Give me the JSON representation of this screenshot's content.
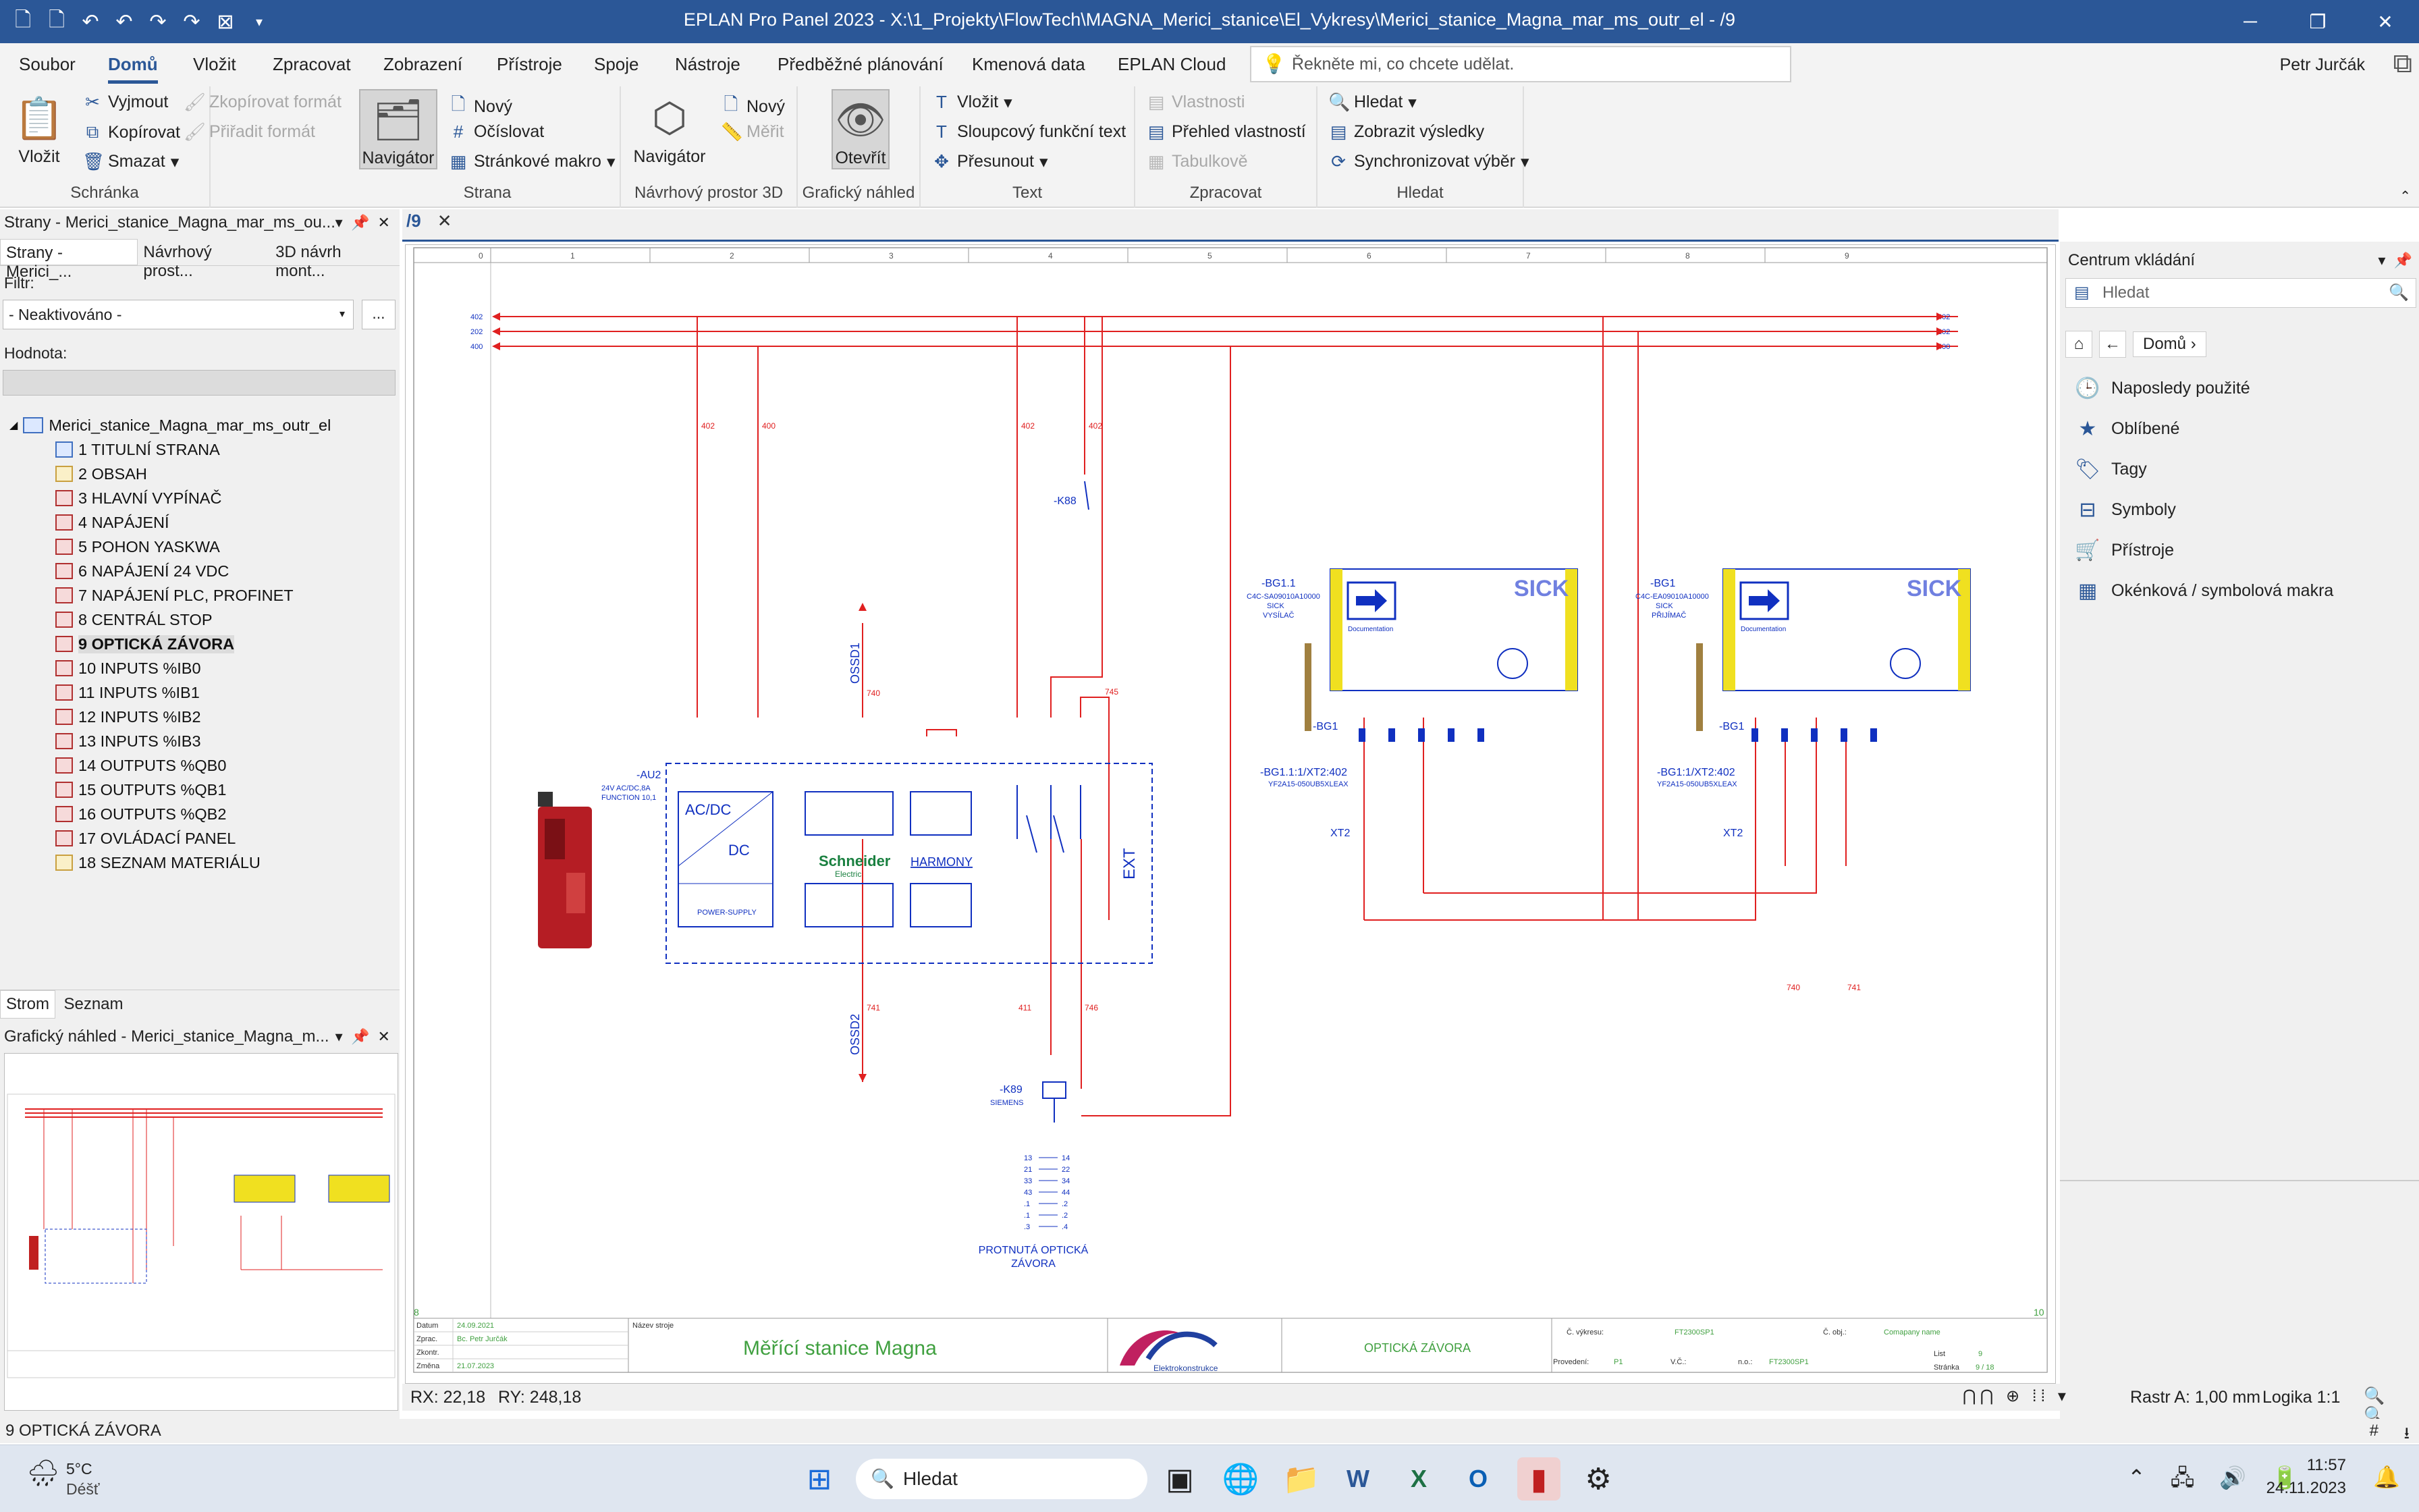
{
  "window": {
    "title": "EPLAN Pro Panel 2023 - X:\\1_Projekty\\FlowTech\\MAGNA_Merici_stanice\\El_Vykresy\\Merici_stanice_Magna_mar_ms_outr_el - /9"
  },
  "menu": [
    "Soubor",
    "Domů",
    "Vložit",
    "Zpracovat",
    "Zobrazení",
    "Přístroje",
    "Spoje",
    "Nástroje",
    "Předběžné plánování",
    "Kmenová data",
    "EPLAN Cloud"
  ],
  "tellme": "Řekněte mi, co chcete udělat.",
  "user": "Petr Jurčák",
  "ribbon": {
    "schranka": {
      "label": "Schránka",
      "vlozit": "Vložit",
      "vyjmout": "Vyjmout",
      "kopirovat": "Kopírovat",
      "smazat": "Smazat",
      "zkop_format": "Zkopírovat formát",
      "prirad_format": "Přiřadit formát"
    },
    "strana": {
      "label": "Strana",
      "navigator": "Navigátor",
      "novy": "Nový",
      "ocislovat": "Očíslovat",
      "makro": "Stránkové makro"
    },
    "prostor3d": {
      "label": "Návrhový prostor 3D",
      "navigator": "Navigátor",
      "novy": "Nový",
      "merit": "Měřit"
    },
    "graf": {
      "label": "Grafický náhled",
      "otevrit": "Otevřít"
    },
    "text": {
      "label": "Text",
      "vlozit": "Vložit",
      "sloupcovy": "Sloupcový funkční text",
      "presunout": "Přesunout"
    },
    "zpracovat": {
      "label": "Zpracovat",
      "vlastnosti": "Vlastnosti",
      "prehled": "Přehled vlastností",
      "tabulkove": "Tabulkově"
    },
    "hledat": {
      "label": "Hledat",
      "hledat": "Hledat",
      "zobrazit": "Zobrazit výsledky",
      "sync": "Synchronizovat výběr"
    }
  },
  "left": {
    "header": "Strany - Merici_stanice_Magna_mar_ms_ou...",
    "tabs": [
      "Strany - Merici_...",
      "Návrhový prost...",
      "3D návrh mont..."
    ],
    "filtr_label": "Filtr:",
    "filtr_value": "- Neaktivováno -",
    "hodnota_label": "Hodnota:",
    "root": "Merici_stanice_Magna_mar_ms_outr_el",
    "pages": [
      "1 TITULNÍ STRANA",
      "2 OBSAH",
      "3 HLAVNÍ VYPÍNAČ",
      "4 NAPÁJENÍ",
      "5 POHON YASKWA",
      "6 NAPÁJENÍ 24 VDC",
      "7 NAPÁJENÍ PLC, PROFINET",
      "8 CENTRÁL STOP",
      "9 OPTICKÁ ZÁVORA",
      "10 INPUTS %IB0",
      "11 INPUTS %IB1",
      "12 INPUTS %IB2",
      "13 INPUTS %IB3",
      "14 OUTPUTS %QB0",
      "15 OUTPUTS %QB1",
      "16 OUTPUTS %QB2",
      "17 OVLÁDACÍ PANEL",
      "18 SEZNAM MATERIÁLU"
    ],
    "bottom_tabs": [
      "Strom",
      "Seznam"
    ],
    "preview_header": "Grafický náhled - Merici_stanice_Magna_m..."
  },
  "doc": {
    "tab": "/9"
  },
  "schematic": {
    "columns": [
      "0",
      "1",
      "2",
      "3",
      "4",
      "5",
      "6",
      "7",
      "8",
      "9"
    ],
    "rail_left": [
      "402",
      "202",
      "400"
    ],
    "rail_right": [
      "402",
      "202",
      "400"
    ],
    "au2_tag": "-AU2",
    "au2_desc": "24V AC/DC,8A\nFUNCTION 10,1",
    "acdc": "AC/DC",
    "dc": "DC",
    "power_supply": "POWER-SUPPLY",
    "schneider": "Schneider",
    "electric": "Electric",
    "harmony": "HARMONY",
    "ext": "EXT",
    "ossd1": "OSSD1",
    "ossd2": "OSSD2",
    "k88": "-K88",
    "k89": "-K89",
    "siemens": "SIEMENS",
    "bg11_tag": "-BG1.1",
    "bg11_art": "C4C-SA09010A10000",
    "bg11_vendor": "SICK",
    "bg11_role": "VYSÍLAČ",
    "bg1_tag": "-BG1",
    "bg1_art": "C4C-EA09010A10000",
    "bg1_vendor": "SICK",
    "bg1_role": "PŘIJÍMAČ",
    "sick": "SICK",
    "documentation": "Documentation",
    "cable1": "-BG1.1:1/XT2:402",
    "cable1b": "YF2A15-050UB5XLEAX",
    "cable2": "-BG1:1/XT2:402",
    "cable2b": "YF2A15-050UB5XLEAX",
    "xt2": "XT2",
    "k89_contacts": [
      "13",
      "21",
      "33",
      "43",
      ".1",
      ".1",
      ".3"
    ],
    "k89_contacts_r": [
      "14",
      "22",
      "34",
      "44",
      ".2",
      ".2",
      ".4"
    ],
    "caption": "PROTNUTÁ OPTICKÁ\nZÁVORA",
    "wires": {
      "w402": "402",
      "w400": "400",
      "w740": "740",
      "w741": "741",
      "w411": "411",
      "w746": "746",
      "w745": "745"
    }
  },
  "titleblock": {
    "datum_l": "Datum",
    "datum": "24.09.2021",
    "zprac_l": "Zprac.",
    "zprac": "Bc. Petr Jurčák",
    "zkontr_l": "Zkontr.",
    "zmena_l": "Změna",
    "zmena": "21.07.2023",
    "nazev_l": "Název stroje",
    "nazev": "Měřící stanice Magna",
    "logo": "Elektrokonstrukce",
    "page_title": "OPTICKÁ ZÁVORA",
    "cv_l": "Č. výkresu:",
    "cv": "FT2300SP1",
    "cobj_l": "Č. obj.:",
    "company": "Comapany name",
    "prov_l": "Provedení:",
    "prov": "P1",
    "vc_l": "V.Č.:",
    "no_l": "n.o.:",
    "no": "FT2300SP1",
    "list_l": "List",
    "list": "9",
    "stranka_l": "Stránka",
    "stranka": "9 / 18",
    "left_num": "8",
    "right_num": "10"
  },
  "right": {
    "header": "Centrum vkládání",
    "search": "Hledat",
    "crumb": "Domů",
    "items": [
      "Naposledy použité",
      "Oblíbené",
      "Tagy",
      "Symboly",
      "Přístroje",
      "Okénková / symbolová makra"
    ]
  },
  "status": {
    "rx": "RX: 22,18",
    "ry": "RY: 248,18",
    "raster": "Rastr A: 1,00 mm",
    "logika": "Logika 1:1"
  },
  "footer": {
    "page": "9 OPTICKÁ ZÁVORA"
  },
  "taskbar": {
    "weather_temp": "5°C",
    "weather_text": "Déšť",
    "search": "Hledat",
    "time": "11:57",
    "date": "24.11.2023"
  },
  "colors": {
    "title_blue": "#2b5797",
    "wire_red": "#e02020",
    "schem_blue": "#1030c0",
    "sick_yellow": "#f0e020"
  }
}
